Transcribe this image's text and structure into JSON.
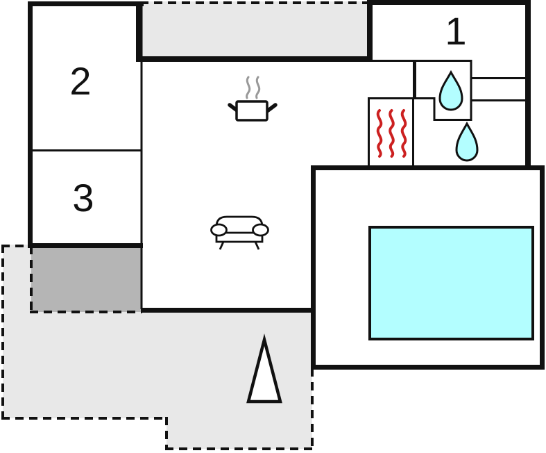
{
  "plan": {
    "type": "floor-plan",
    "rooms": [
      {
        "id": "room-1",
        "label": "1"
      },
      {
        "id": "room-2",
        "label": "2"
      },
      {
        "id": "room-3",
        "label": "3"
      }
    ],
    "icons": [
      "cooking-pot-icon",
      "steam-icon",
      "sofa-icon",
      "radiator-heat-icon",
      "water-drop-icon",
      "water-drop-icon",
      "pool-icon",
      "triangle-marker-icon"
    ]
  },
  "colors": {
    "wall": "#111111",
    "terrace_light": "#e8e8e8",
    "terrace_dark": "#b5b5b5",
    "water": "#b3feff",
    "heat": "#cc2020",
    "steam": "#999999",
    "background": "#ffffff"
  }
}
